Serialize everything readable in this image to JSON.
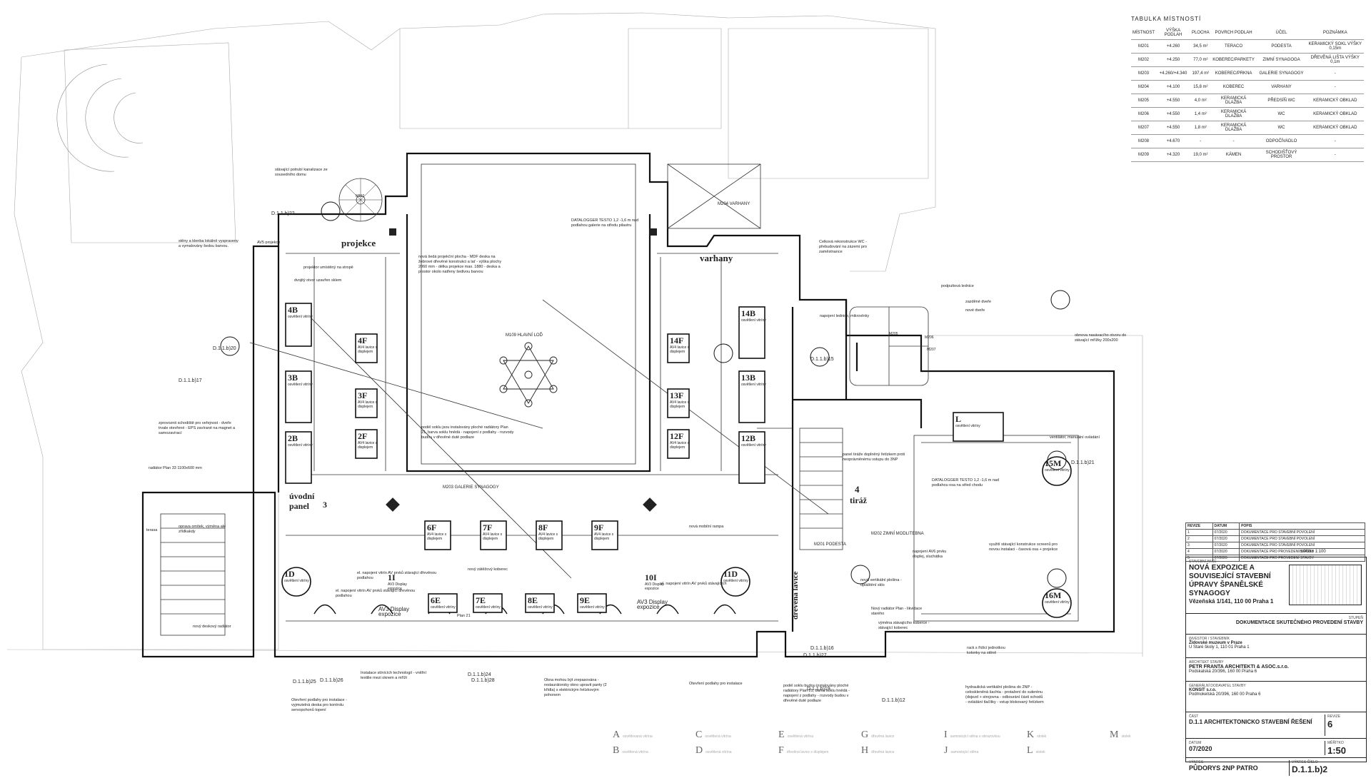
{
  "drawing": {
    "room_names": {
      "main_hall": "M109 HLAVNÍ LOĎ",
      "gallery": "M203 GALERIE SYNAGOGY",
      "organ_room": "M204 VARHANY",
      "winter_prayer": "M202 ZIMNÍ MODLITEBNA",
      "landing": "M201 PODESTA",
      "stair_room": "M112",
      "wc1": "M205",
      "wc2": "M206",
      "wc3": "M207"
    },
    "big_labels": {
      "projekce": "projekce",
      "varhany": "varhany",
      "uvodni_panel": "úvodní panel",
      "tiraz": "tiráž",
      "drevena_lavice": "dřevěná lavice",
      "panel_3": "3",
      "panel_4": "4"
    },
    "vitrines": [
      {
        "id": "4B",
        "sub": "osvětlení vitríny"
      },
      {
        "id": "3B",
        "sub": "osvětlení vitríny"
      },
      {
        "id": "2B",
        "sub": "osvětlení vitríny"
      },
      {
        "id": "4F",
        "sub": "AV4 lavice s displejem"
      },
      {
        "id": "3F",
        "sub": "AV4 lavice s displejem"
      },
      {
        "id": "2F",
        "sub": "AV4 lavice s displejem"
      },
      {
        "id": "14F",
        "sub": "AV4 lavice s displejem"
      },
      {
        "id": "13F",
        "sub": "AV4 lavice s displejem"
      },
      {
        "id": "12F",
        "sub": "AV4 lavice s displejem"
      },
      {
        "id": "14B",
        "sub": "osvětlení vitríny"
      },
      {
        "id": "13B",
        "sub": "osvětlení vitríny"
      },
      {
        "id": "12B",
        "sub": "osvětlení vitríny"
      },
      {
        "id": "6F",
        "sub": "AV4 lavice s displejem"
      },
      {
        "id": "7F",
        "sub": "AV4 lavice s displejem"
      },
      {
        "id": "8F",
        "sub": "AV4 lavice s displejem"
      },
      {
        "id": "9F",
        "sub": "AV4 lavice s displejem"
      },
      {
        "id": "6E",
        "sub": "osvětlení vitríny"
      },
      {
        "id": "7E",
        "sub": "osvětlení vitríny"
      },
      {
        "id": "8E",
        "sub": "osvětlení vitríny"
      },
      {
        "id": "9E",
        "sub": "osvětlení vitríny"
      },
      {
        "id": "1D",
        "sub": "osvětlení vitríny"
      },
      {
        "id": "11D",
        "sub": "osvětlení vitríny"
      },
      {
        "id": "L",
        "sub": "osvětlení vitríny"
      },
      {
        "id": "15M",
        "sub": "osvětlení vitríny"
      },
      {
        "id": "16M",
        "sub": "osvětlení vitríny"
      },
      {
        "id": "1I",
        "sub": "AV3 Display expozice"
      },
      {
        "id": "10I",
        "sub": "AV3 Display expozice"
      }
    ],
    "notes": {
      "n1": "stávající potrubí kanalizace ze sousedního domu",
      "n2": "stěny a klenba lokálně vyspraveny a vymalovány šedou barvou.",
      "n3": "AV5 projekce",
      "n4": "nová šedá projekční plocha - MDF deska na žebrové dřevěné konstrukci a lať - výška plochy 2060 mm - délka projekce max. 1880 - deska a prostor okolo natřeny šedivou barvou",
      "n5": "projektor umístěný na stropě",
      "n6": "dvojitý otvor uzavřen sklem",
      "n7": "DATALOGGER TESTO 1,2 -1,6 m nad podlahou galerie na středu pilastru",
      "n8": "Celková rekonstrukce WC - přebudování na zázemí pro zaměstnance",
      "n9": "podpultová lednice",
      "n10": "zazděné dveře",
      "n11": "nové dveře",
      "n12": "napojení lednice, mikrovlnky",
      "n13": "obnova nasávacího otvoru do stávající mřížky 200x200",
      "n14": "podél soklu jsou instalovány ploché radiátory Plan 21, barva soklu hnědá - napojení z podlahy - rozvody budou v dřevěné duté podlaze",
      "n15": "zprovoznit schodiště pro veřejnost - dveře trvale otevřené - EPS zavírané na magnet a samozavírací",
      "n16": "radiátor Plan 33 1100x600 mm",
      "n17": "oprava omítek, výměna ale zřídkakdy",
      "n18": "nový deskový radiátor",
      "n19": "panel tiráže doplněný řetízkem proti neoprávněnému vstupu do 3NP",
      "n20": "DATALOGGER TESTO 1,2 -1,6 m nad podlahou osa na střed chodu",
      "n21": "napojení AV6 prvku displej, sluchátka",
      "n22": "nová vertikální plošina - opláštění sklo",
      "n23": "Nový radiátor Plan - likvidace starého",
      "n24": "výměna stávajícího koberce - stávající koberec",
      "n25": "nová mobilní rampa",
      "n26": "nový zátěžový koberec",
      "n27": "el. napojení vitrín AV prvků stávající dřevěnou podlahou",
      "n28": "Instalace stínících technologií - vnitřní textilie mezi oknem a mříží",
      "n29": "Otevření podlahy pro instalace - vyjmutelná deska pro kontrolu servopohonů topení",
      "n30": "Okna mohou být zrepasována - restaurátorsky okno upravit panty (2 křídla) s elektrickým řetízkovým pohonem",
      "n31": "hydraulická vertikální plošina do 2NP - celoskleněná šachta - protažení do suterénu (dojezd + strojovna - odbourání části schodů - ovládání tlačítky - vstup blokovaný řetízkem",
      "n32": "rack s řídící jednotkou kolonky na stěně",
      "n33": "využití stávající konstrukce screenů pro novou instalaci - časová osa + projekce",
      "n34": "ventilátor, manuální ovládání",
      "n35": "terasa",
      "n36": "Plan 21",
      "n37": "podél soklu budou instalovány ploché radiátory Plan 21, barva soklu hnědá - napojení z podlahy - rozvody budou v dřevěné duté podlaze",
      "n38": "el. napojení vitrín AV prvků stávajících",
      "n39": "el. napojení vitrín AV prvků stávající dřevěnou podlahou",
      "n40": "Otevření podlahy pro instalace"
    },
    "refs": [
      "D.1.1.b)22",
      "D.1.1.b)20",
      "D.1.1.b)15",
      "D.1.1.b)17",
      "D.1.1.b)25",
      "D.1.1.b)26",
      "D.1.1.b)24",
      "D.1.1.b)27",
      "D.1.1.b)28",
      "D.1.1.b)12",
      "D.1.1.b)16",
      "D.1.1.b)21",
      "D.1.1.b)19"
    ],
    "av_items": {
      "av3a": "AV3 Display expozice",
      "av3b": "AV3 Display expozice"
    },
    "scale_bar": "měřítko 1:100"
  },
  "rooms_table": {
    "caption": "TABULKA MÍSTNOSTÍ",
    "headers": [
      "MÍSTNOST",
      "VÝŠKA PODLAH",
      "PLOCHA",
      "POVRCH PODLAH",
      "ÚČEL",
      "POZNÁMKA"
    ],
    "rows": [
      [
        "M201",
        "+4.260",
        "34,5 m²",
        "TERACO",
        "PODESTA",
        "KERAMICKÝ SOKL VÝŠKY 0,15m"
      ],
      [
        "M202",
        "+4.250",
        "77,0 m²",
        "KOBEREC/PARKETY",
        "ZIMNÍ SYNAGOGA",
        "DŘEVĚNÁ LIŠTA VÝŠKY 0,1m"
      ],
      [
        "M203",
        "+4.260/+4.340",
        "197,4 m²",
        "KOBEREC/PRKNA",
        "GALERIE SYNAGOGY",
        "-"
      ],
      [
        "M204",
        "+4.100",
        "15,8 m²",
        "KOBEREC",
        "VARHANY",
        "-"
      ],
      [
        "M205",
        "+4.550",
        "4,0 m²",
        "KERAMICKÁ DLAŽBA",
        "PŘEDSÍŇ WC",
        "KERAMICKÝ OBKLAD"
      ],
      [
        "M206",
        "+4.550",
        "1,4 m²",
        "KERAMICKÁ DLAŽBA",
        "WC",
        "KERAMICKÝ OBKLAD"
      ],
      [
        "M207",
        "+4.550",
        "1,8 m²",
        "KERAMICKÁ DLAŽBA",
        "WC",
        "KERAMICKÝ OBKLAD"
      ],
      [
        "M208",
        "+4.670",
        "-",
        "-",
        "ODPOČÍVADLO",
        "-"
      ],
      [
        "M209",
        "+4.320",
        "19,0 m²",
        "KÁMEN",
        "SCHODIŠŤOVÝ PROSTOR",
        "-"
      ]
    ]
  },
  "revisions": {
    "headers": [
      "REVIZE",
      "DATUM",
      "POPIS"
    ],
    "rows": [
      [
        "1",
        "07/2020",
        "DOKUMENTACE PRO STAVEBNÍ POVOLENÍ"
      ],
      [
        "2",
        "07/2020",
        "DOKUMENTACE PRO STAVEBNÍ POVOLENÍ"
      ],
      [
        "3",
        "07/2020",
        "DOKUMENTACE PRO STAVEBNÍ POVOLENÍ"
      ],
      [
        "4",
        "07/2020",
        "DOKUMENTACE PRO PROVEDENÍ STAVBY"
      ],
      [
        "5",
        "07/2020",
        "DOKUMENTACE PRO PROVEDENÍ STAVBY"
      ]
    ]
  },
  "title_block": {
    "project_lbl": "STAVEBNÍ AKCE",
    "project": "NOVÁ EXPOZICE A SOUVISEJÍCÍ STAVEBNÍ ÚPRAVY ŠPANĚLSKÉ SYNAGOGY",
    "address": "Vězeňská 1/141, 110 00 Praha 1",
    "stage_lbl": "STUPEŇ",
    "stage": "DOKUMENTACE SKUTEČNÉHO PROVEDENÍ STAVBY",
    "investor_lbl": "INVESTOR / STAVEBNÍK",
    "investor": "Židovské muzeum v Praze",
    "investor_addr": "U Staré školy 1, 110 01 Praha 1",
    "architect_lbl": "ARCHITEKT STAVBY",
    "architect": "PETR FRANTA ARCHITEKTI & ASOC.s.r.o.",
    "architect_addr": "Podskalská 20/396, 160 00 Praha 6",
    "designer_lbl": "GENERÁLNÍ DODAVATEL STAVBY",
    "designer": "KONSIT s.r.o.",
    "designer_addr": "Podmokelská 20/396, 160 00 Praha 6",
    "part_lbl": "ČÁST",
    "part": "D.1.1 ARCHITEKTONICKO STAVEBNÍ ŘEŠENÍ",
    "date_lbl": "DATUM",
    "date": "07/2020",
    "scale_lbl": "MĚŘÍTKO",
    "scale": "1:50",
    "revize_lbl": "REVIZE",
    "revize": "6",
    "sheet_title_lbl": "VÝKRES",
    "sheet_title": "PŮDORYS 2NP PATRO",
    "sheet_no_lbl": "VÝKRES ČÍSLO",
    "sheet_no": "D.1.1.b)2"
  },
  "legend": [
    {
      "key": "A",
      "text": "osvětlovaná vitrína"
    },
    {
      "key": "B",
      "text": "osvětlená vitrína"
    },
    {
      "key": "C",
      "text": "osvětlená vitrína"
    },
    {
      "key": "D",
      "text": "osvětlená vitrína"
    },
    {
      "key": "E",
      "text": "osvětlená vitrína"
    },
    {
      "key": "F",
      "text": "dřevěná lavice s displejem"
    },
    {
      "key": "G",
      "text": "dřevěná lavice"
    },
    {
      "key": "H",
      "text": "dřevěná lavice"
    },
    {
      "key": "I",
      "text": "samostojící stěna s obrazovkou"
    },
    {
      "key": "J",
      "text": "samostojící stěna"
    },
    {
      "key": "K",
      "text": "stolek"
    },
    {
      "key": "L",
      "text": "stolek"
    },
    {
      "key": "M",
      "text": "stolek"
    }
  ]
}
